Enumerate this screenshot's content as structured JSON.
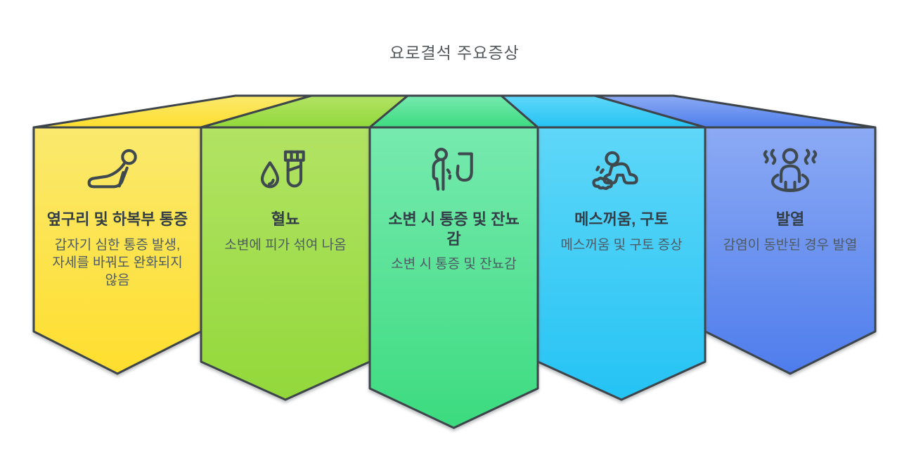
{
  "title": "요로결석 주요증상",
  "theme": {
    "background": "#ffffff",
    "outline_color": "#3E454B",
    "icon_stroke": "#3F4A50",
    "main_title_color": "#54595E",
    "card_title_color": "#333E47",
    "card_desc_color": "#4E5A64"
  },
  "cards": [
    {
      "id": "flank-pain",
      "icon": "person-lying-icon",
      "title": "옆구리 및 하복부 통증",
      "description": "갑자기 심한 통증 발생, 자세를 바꿔도 완화되지 않음",
      "colors": {
        "top": "#FAE96E",
        "bottom": "#FFDE2E"
      }
    },
    {
      "id": "hematuria",
      "icon": "blood-drop-test-tube-icon",
      "title": "혈뇨",
      "description": "소변에 피가 섞여 나옴",
      "colors": {
        "top": "#B2E364",
        "bottom": "#92D83A"
      }
    },
    {
      "id": "dysuria",
      "icon": "urination-pain-icon",
      "title": "소변 시 통증 및 잔뇨감",
      "description": "소변 시 통증 및 잔뇨감",
      "colors": {
        "top": "#77EAAF",
        "bottom": "#3CDB7F"
      }
    },
    {
      "id": "nausea",
      "icon": "nausea-vomiting-icon",
      "title": "메스꺼움, 구토",
      "description": "메스꺼움 및 구토 증상",
      "colors": {
        "top": "#5FD7F8",
        "bottom": "#25C3F4"
      }
    },
    {
      "id": "fever",
      "icon": "fever-person-icon",
      "title": "발열",
      "description": "감염이 동반된 경우 발열",
      "colors": {
        "top": "#8CAAF4",
        "bottom": "#4E7DEC"
      }
    }
  ]
}
